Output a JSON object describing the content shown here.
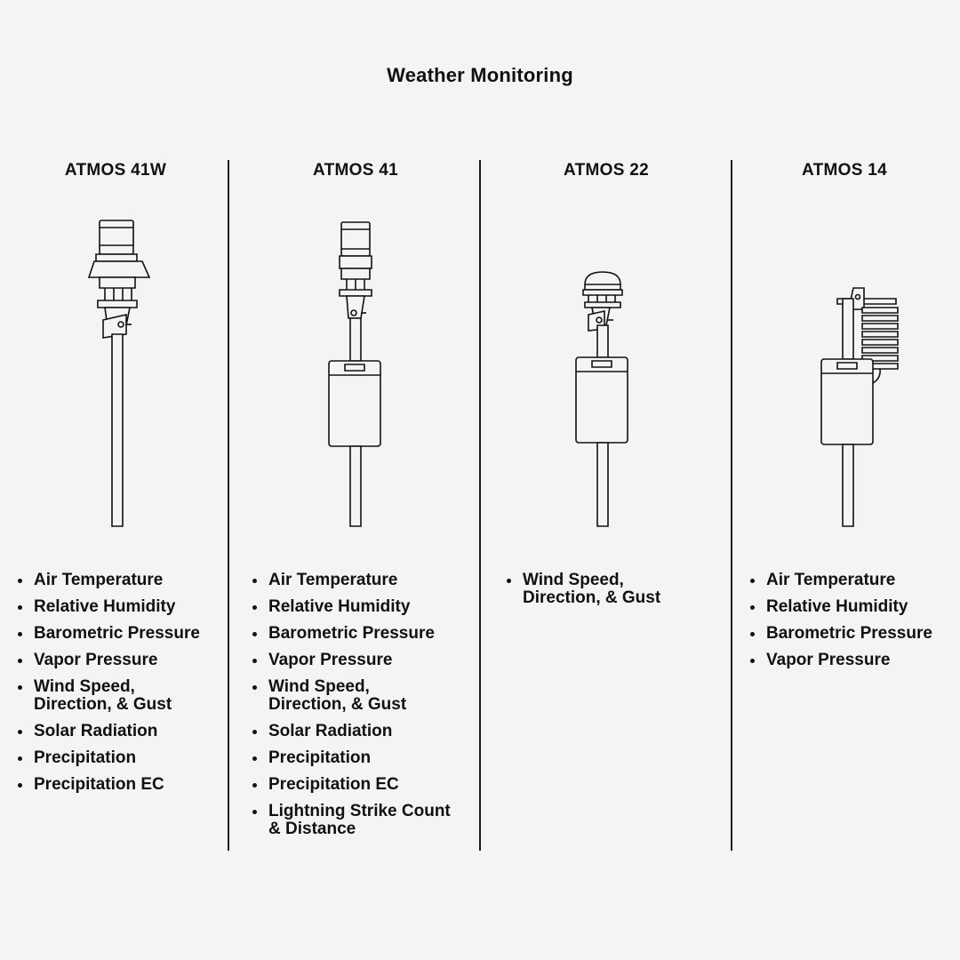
{
  "title": "Weather Monitoring",
  "columns": [
    {
      "name": "ATMOS 41W",
      "device_icon": "atmos-41w-weather-station-icon",
      "features": [
        "Air Temperature",
        "Relative Humidity",
        "Barometric Pressure",
        "Vapor Pressure",
        "Wind Speed,\nDirection, & Gust",
        "Solar Radiation",
        "Precipitation",
        "Precipitation EC"
      ]
    },
    {
      "name": "ATMOS 41",
      "device_icon": "atmos-41-weather-station-icon",
      "features": [
        "Air Temperature",
        "Relative Humidity",
        "Barometric Pressure",
        "Vapor Pressure",
        "Wind Speed,\nDirection, & Gust",
        "Solar Radiation",
        "Precipitation",
        "Precipitation EC",
        "Lightning Strike Count\n& Distance"
      ]
    },
    {
      "name": "ATMOS 22",
      "device_icon": "atmos-22-anemometer-icon",
      "features": [
        "Wind Speed,\nDirection, & Gust"
      ]
    },
    {
      "name": "ATMOS 14",
      "device_icon": "atmos-14-humidity-sensor-icon",
      "features": [
        "Air Temperature",
        "Relative Humidity",
        "Barometric Pressure",
        "Vapor Pressure"
      ]
    }
  ],
  "colors": {
    "background": "#f4f4f4",
    "ink": "#111111"
  }
}
